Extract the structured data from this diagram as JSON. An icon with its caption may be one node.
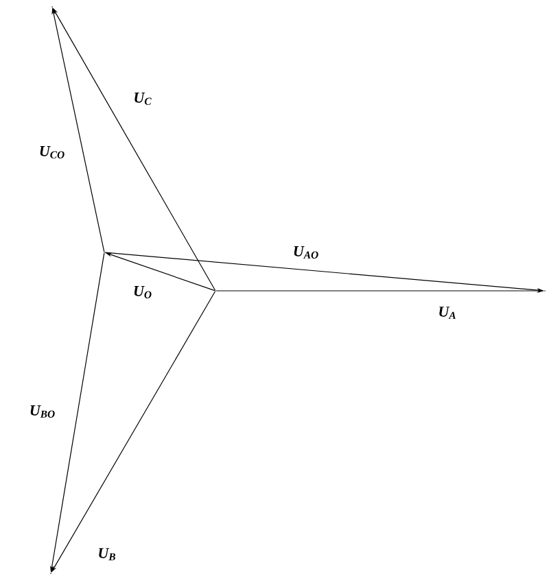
{
  "diagram": {
    "nodes": [
      {
        "text": [],
        "shape": "point"
      },
      {
        "text": [],
        "shape": "point"
      },
      {
        "text": [],
        "shape": "point"
      },
      {
        "text": [],
        "shape": "point"
      },
      {
        "text": [],
        "shape": "point"
      }
    ],
    "edges": [
      {
        "from": 0,
        "to": 1,
        "arrow": "to",
        "label": "U$_{A}$"
      },
      {
        "from": 0,
        "to": 2,
        "arrow": "to",
        "label": "U$_{C}$"
      },
      {
        "from": 0,
        "to": 3,
        "arrow": "to",
        "label": "U$_{B}$"
      },
      {
        "from": 0,
        "to": 4,
        "arrow": "to",
        "label": "U$_{O}$"
      },
      {
        "from": 4,
        "to": 1,
        "arrow": "to",
        "label": "U$_{AO}$"
      },
      {
        "from": 4,
        "to": 2,
        "arrow": "to",
        "label": "U$_{CO}$"
      },
      {
        "from": 4,
        "to": 3,
        "arrow": "to",
        "label": "U$_{BO}$"
      }
    ]
  }
}
